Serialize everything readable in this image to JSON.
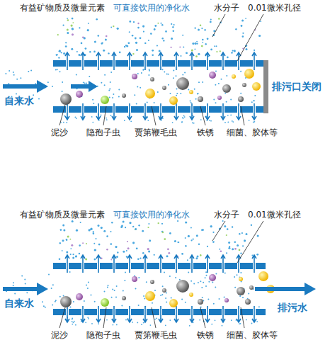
{
  "diagram": {
    "labels": [
      "有益矿物质及微量元素",
      "可直接饮用的净化水",
      "水分子",
      "0.01微米孔径",
      "自来水",
      "排污口关闭",
      "泥沙",
      "隐孢子虫",
      "贾第鞭毛虫",
      "铁锈",
      "细菌、胶体等",
      "有益矿物质及微量元素",
      "可直接饮用的净化水",
      "水分子",
      "0.01微米孔径",
      "自来水",
      "排污水",
      "泥沙",
      "隐孢子虫",
      "贾第鞭毛虫",
      "铁锈",
      "细菌、胶体等"
    ]
  }
}
